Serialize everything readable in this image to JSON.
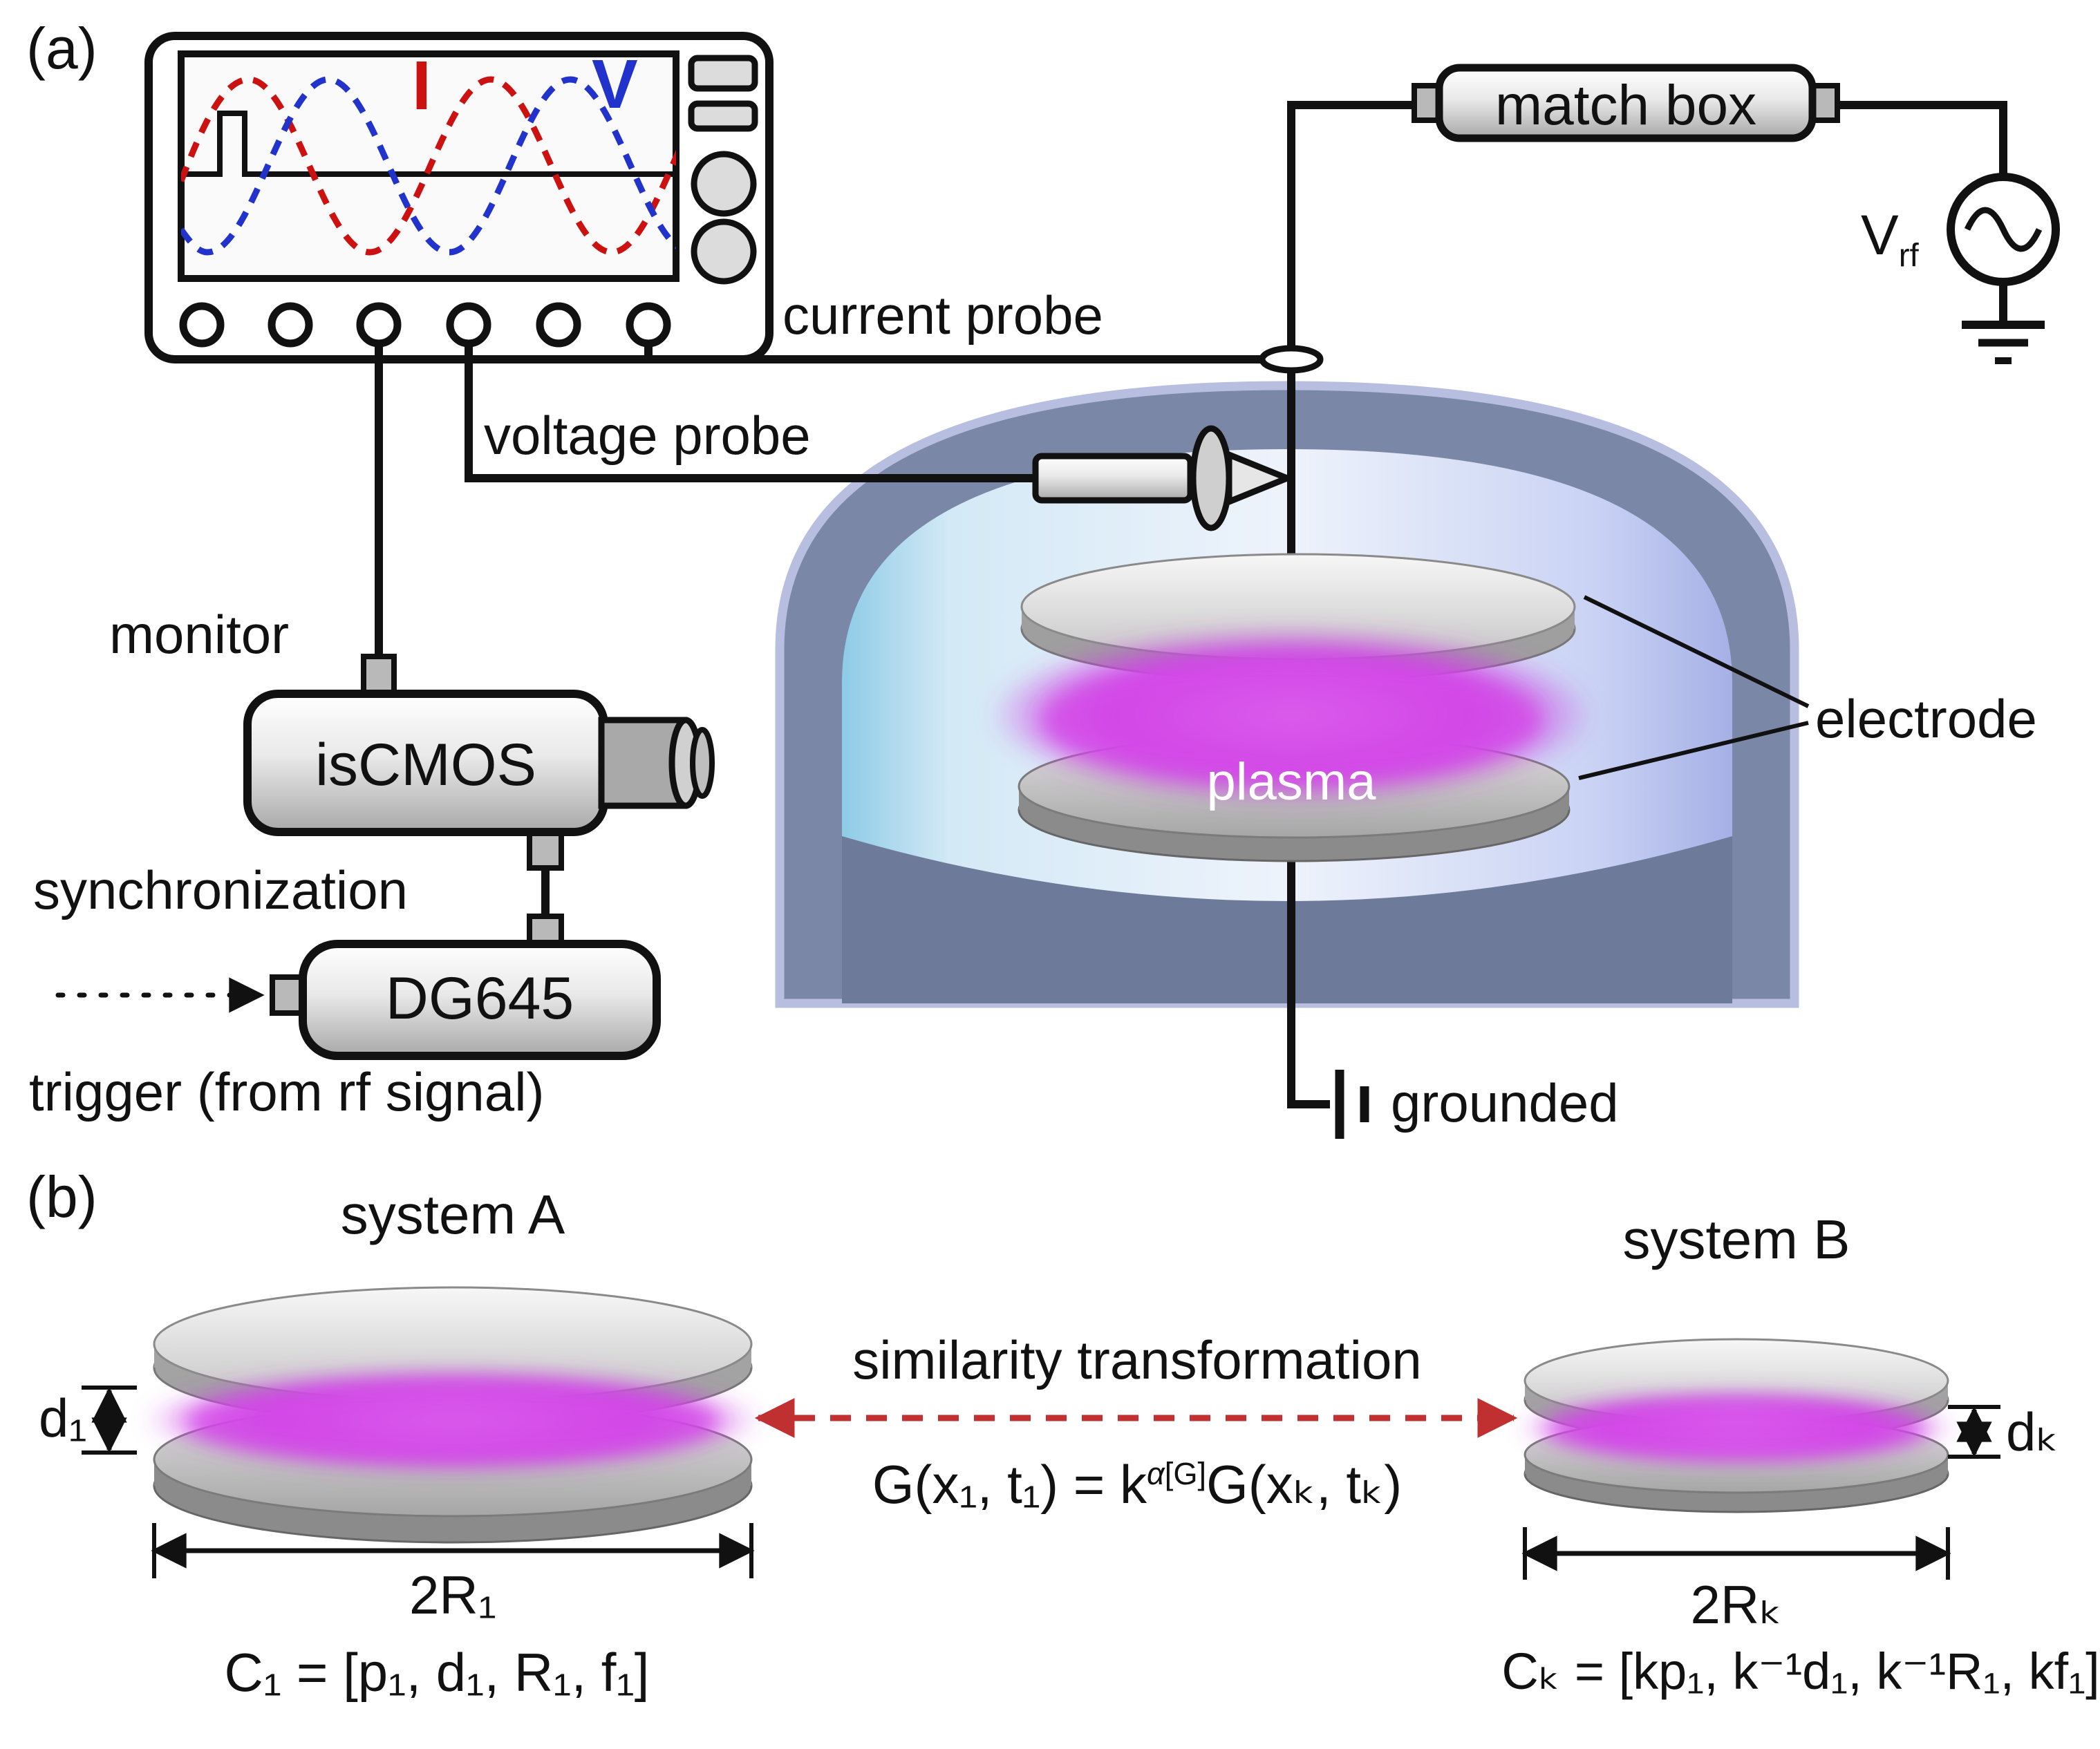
{
  "figure": {
    "panel_a_label": "(a)",
    "panel_b_label": "(b)"
  },
  "scope": {
    "current_trace_label": "I",
    "voltage_trace_label": "V"
  },
  "labels": {
    "current_probe": "current probe",
    "voltage_probe": "voltage probe",
    "monitor": "monitor",
    "synchronization": "synchronization",
    "trigger": "trigger (from rf signal)",
    "match_box": "match box",
    "iscmos": "isCMOS",
    "dg645": "DG645",
    "plasma": "plasma",
    "electrode": "electrode",
    "grounded": "grounded",
    "vrf_main": "V",
    "vrf_sub": "rf"
  },
  "system_a": {
    "title": "system A",
    "gap_label": "d₁",
    "diameter_label": "2R₁",
    "params": "C₁ = [p₁, d₁, R₁, f₁]"
  },
  "system_b": {
    "title": "system B",
    "gap_label": "dₖ",
    "diameter_label": "2Rₖ",
    "params": "Cₖ = [kp₁, k⁻¹d₁, k⁻¹R₁, kf₁]"
  },
  "transformation": {
    "label": "similarity transformation",
    "eq_left": "G(x₁, t₁) = k",
    "eq_sup_alpha": "α",
    "eq_sup_rest": "[G]",
    "eq_right": "G(xₖ, tₖ)"
  },
  "colors": {
    "wave_current": "#cc1111",
    "wave_voltage": "#2233cc",
    "plasma_core": "#d44ae8",
    "chamber_body": "#7b87a6",
    "transform_arrow": "#c03030"
  }
}
